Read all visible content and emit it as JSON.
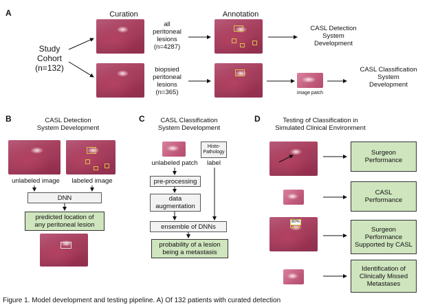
{
  "panel_a": {
    "label": "A",
    "curation_heading": "Curation",
    "annotation_heading": "Annotation",
    "study_cohort": [
      "Study",
      "Cohort",
      "(n=132)"
    ],
    "all_lesions": [
      "all",
      "peritoneal",
      "lesions",
      "(n=4287)"
    ],
    "biopsied_lesions": [
      "biopsied",
      "peritoneal",
      "lesions",
      "(n=365)"
    ],
    "image_patch": "image patch",
    "detection_dev": [
      "CASL Detection",
      "System",
      "Development"
    ],
    "classification_dev": [
      "CASL Classification",
      "System",
      "Development"
    ]
  },
  "panel_b": {
    "label": "B",
    "title": [
      "CASL Detection",
      "System Development"
    ],
    "unlabeled_image": "unlabeled image",
    "labeled_image": "labeled image",
    "dnn": "DNN",
    "output": [
      "predicted location of",
      "any peritoneal lesion"
    ]
  },
  "panel_c": {
    "label": "C",
    "title": [
      "CASL Classification",
      "System Development"
    ],
    "histo": [
      "Histo-",
      "Pathology"
    ],
    "unlabeled_patch": "unlabeled patch",
    "label_text": "label",
    "preprocessing": "pre-processing",
    "augmentation": [
      "data",
      "augmentation"
    ],
    "ensemble": "ensemble of DNNs",
    "output": [
      "probability of a lesion",
      "being a metastasis"
    ]
  },
  "panel_d": {
    "label": "D",
    "title": [
      "Testing of Classification in",
      "Simulated Clinical Environment"
    ],
    "badge": "80%",
    "outcomes": [
      [
        "Surgeon",
        "Performance"
      ],
      [
        "CASL",
        "Performance"
      ],
      [
        "Surgeon",
        "Performance",
        "Supported by CASL"
      ],
      [
        "Identification of",
        "Clinically Missed",
        "Metastases"
      ]
    ]
  },
  "caption": "Figure 1.  Model development and testing pipeline. A) Of 132 patients with curated detection"
}
